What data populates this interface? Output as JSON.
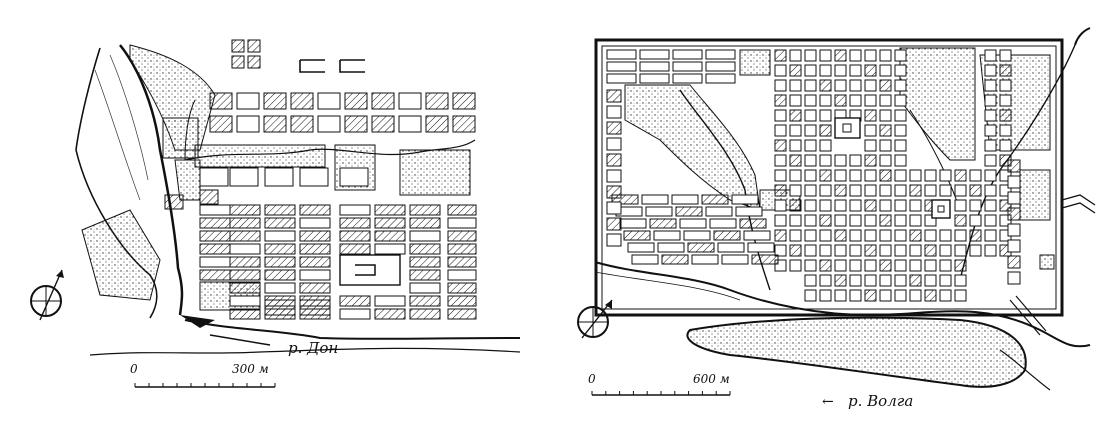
{
  "maps": [
    {
      "id": "left",
      "river_label": "р. Дон",
      "scale": {
        "start": "0",
        "end": "300 м"
      }
    },
    {
      "id": "right",
      "river_label": "р. Волга",
      "arrow": "←",
      "scale": {
        "start": "0",
        "end": "600 м"
      }
    }
  ],
  "colors": {
    "ink": "#111111",
    "paper": "#ffffff"
  },
  "icons": [
    "compass-icon",
    "flow-arrow-icon"
  ]
}
